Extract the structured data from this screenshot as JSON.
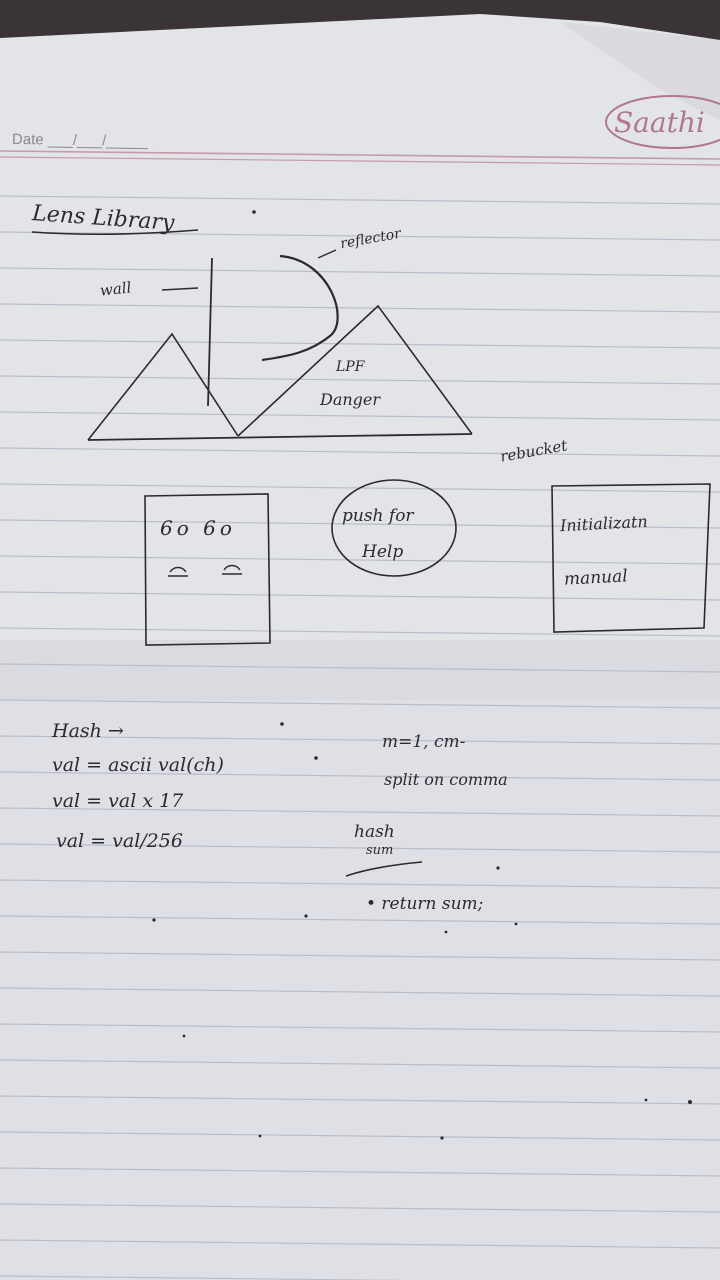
{
  "header": {
    "date_label": "Date ___/___/_____",
    "brand": "Saathi"
  },
  "diagram": {
    "title": "Lens Library",
    "wall_label": "wall",
    "reflector_label": "reflector",
    "lpf_label": "LPF",
    "danger_label": "Danger",
    "rebucket_label": "rebucket"
  },
  "boxes": {
    "faces_text": "6o 6o",
    "push_button_line1": "push for",
    "push_button_line2": "Help",
    "init_line1": "Initializatn",
    "init_line2": "manual"
  },
  "notes": {
    "left": [
      "Hash →",
      "val = ascii val(ch)",
      "val = val x 17",
      "val = val/256"
    ],
    "right": [
      "m=1, cm-",
      "split on comma",
      "hash",
      "sum",
      "• return sum;"
    ]
  },
  "colors": {
    "paper": "#e6e7eb",
    "rule_blue": "#b9bccb",
    "margin_red": "#c9a3ae",
    "ink": "#2a2a30",
    "brand_maroon": "#b0788a"
  }
}
